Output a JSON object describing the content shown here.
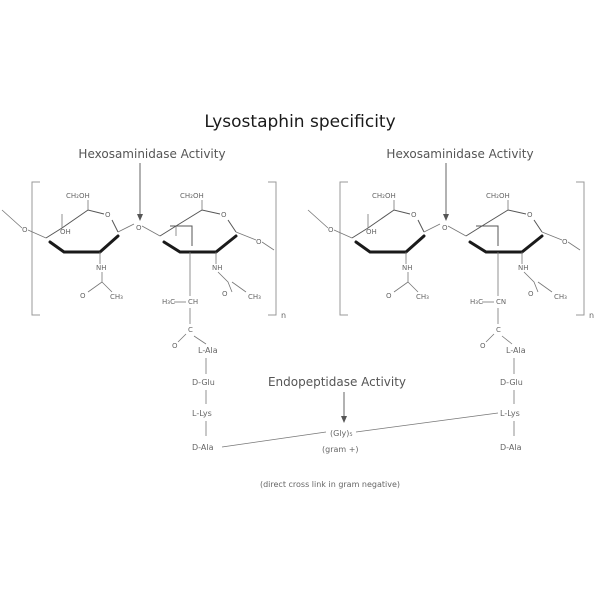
{
  "title": "Lysostaphin specificity",
  "labels": {
    "hexosaminidase_left": "Hexosaminidase Activity",
    "hexosaminidase_right": "Hexosaminidase Activity",
    "endopeptidase": "Endopeptidase  Activity",
    "footnote": "(direct cross link in gram negative)"
  },
  "chem": {
    "ch2oh": "CH₂OH",
    "oh": "OH",
    "o": "O",
    "nh": "NH",
    "c": "C",
    "ch3": "CH₃",
    "h3c": "H₃C",
    "ch": "CH",
    "cn": "CN",
    "n": "n"
  },
  "peptide_left": [
    "L-Ala",
    "D-Glu",
    "L-Lys",
    "D-Ala"
  ],
  "peptide_right": [
    "L-Ala",
    "D-Glu",
    "L-Lys",
    "D-Ala"
  ],
  "bridge": {
    "label": "(Gly)₅",
    "sublabel": "(gram +)"
  }
}
